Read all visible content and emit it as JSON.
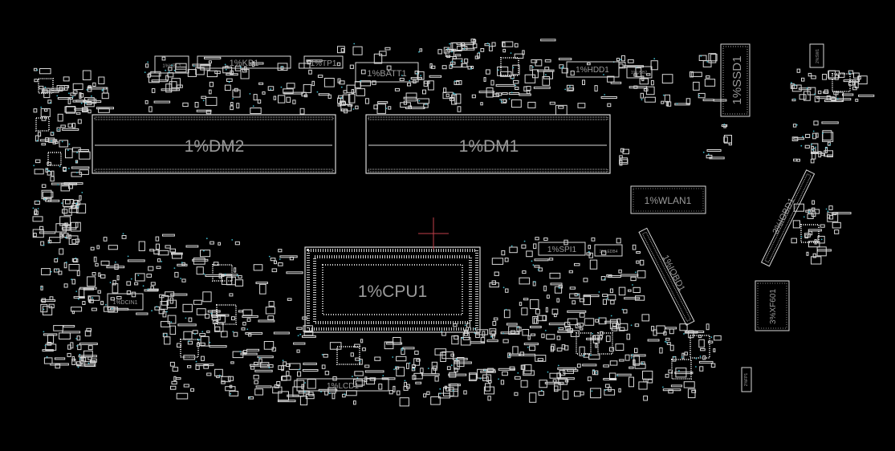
{
  "colors": {
    "background": "#000000",
    "outline": "#d8d8d8",
    "label": "#9a9a9a",
    "via": "#3fb7c9",
    "cursor": "#c0404a"
  },
  "labels": {
    "kbl": "1%KBL1",
    "kb": "1%KB1",
    "tp": "1%TP1",
    "batt": "1%BATT1",
    "hdd": "1%HDD1",
    "usb2": "1%USB2",
    "ssd": "1%SSD1",
    "dm2": "1%DM2",
    "dm1": "1%DM1",
    "wlan": "1%WLAN1",
    "ioboard": "3%IOBD1",
    "spi": "1%SPI1",
    "ledb": "1%LEDB4",
    "iobd": "1%IOBD1",
    "cpu": "1%CPU1",
    "dcin": "1%DCIN1",
    "lcd": "1%LCD1",
    "xf": "3%XF601",
    "rsw": "2%SW1",
    "btn": "2%FP1"
  }
}
